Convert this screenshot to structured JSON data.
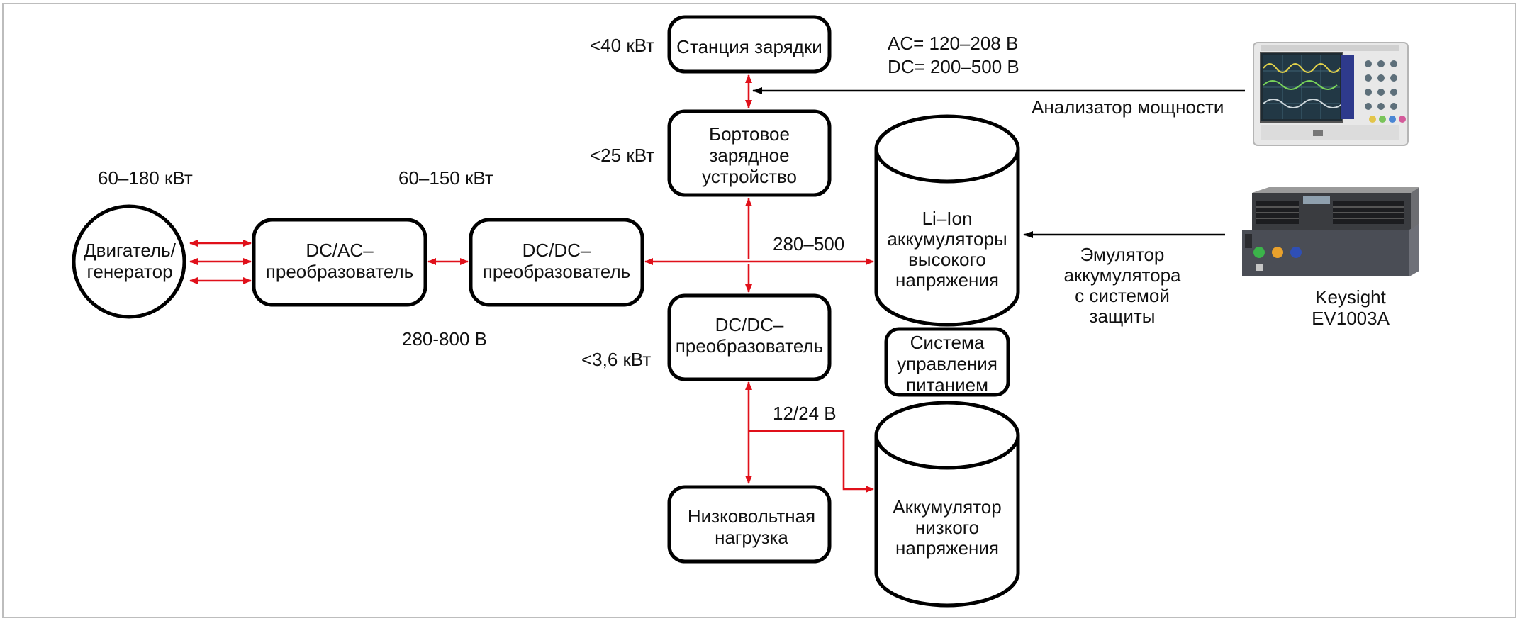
{
  "nodes": {
    "charging_station": "Станция зарядки",
    "onboard_charger": [
      "Бортовое",
      "зарядное",
      "устройство"
    ],
    "engine": [
      "Двигатель/",
      "генератор"
    ],
    "dcac": [
      "DC/AC–",
      "преобразователь"
    ],
    "dcdc_main": [
      "DC/DC–",
      "преобразователь"
    ],
    "dcdc_low": [
      "DC/DC–",
      "преобразователь"
    ],
    "li_ion": [
      "Li–Ion",
      "аккумуляторы",
      "высокого",
      "напряжения"
    ],
    "bms": [
      "Система",
      "управления",
      "питанием"
    ],
    "low_load": [
      "Низковольтная",
      "нагрузка"
    ],
    "low_battery": [
      "Аккумулятор",
      "низкого",
      "напряжения"
    ]
  },
  "labels": {
    "p40": "<40 кВт",
    "p25": "<25 кВт",
    "p36": "<3,6 кВт",
    "p60_180": "60–180 кВт",
    "p60_150": "60–150 кВт",
    "v280_800": "280-800 В",
    "v280_500": "280–500",
    "v12_24": "12/24 В",
    "ac": "AC= 120–208 В",
    "dc": "DC= 200–500 В",
    "power_analyzer": "Анализатор мощности",
    "emulator": [
      "Эмулятор",
      "аккумулятора",
      "с системой",
      "защиты"
    ],
    "keysight": [
      "Keysight",
      "EV1003A"
    ]
  },
  "colors": {
    "arrow_red": "#e0101a",
    "border": "#000000",
    "frame": "#bdbdbd"
  }
}
